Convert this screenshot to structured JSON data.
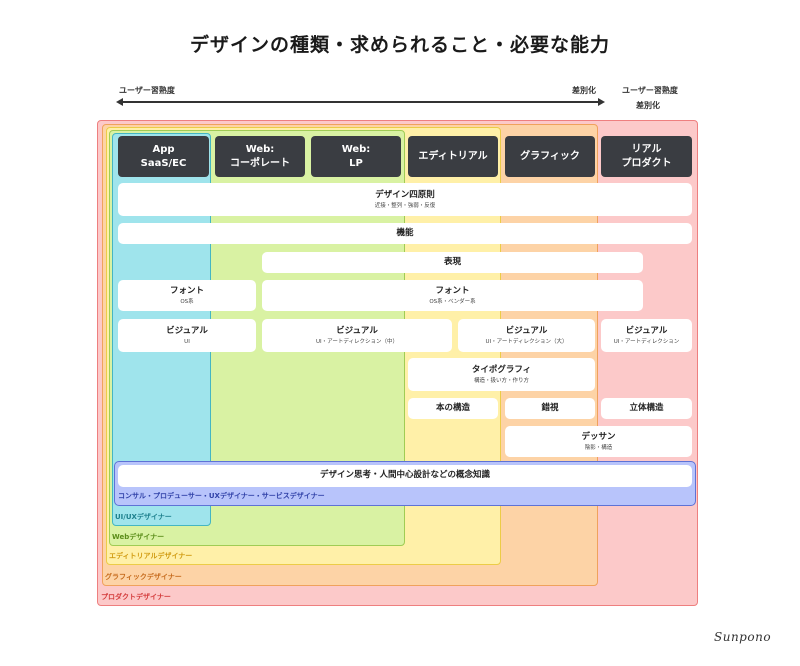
{
  "title": "デザインの種類・求められること・必要な能力",
  "axis": {
    "left_label": "ユーザー習熟度",
    "right_label": "差別化",
    "right_col_label_1": "ユーザー習熟度",
    "right_col_label_2": "差別化"
  },
  "regions": {
    "product": "プロダクトデザイナー",
    "graphic": "グラフィックデザイナー",
    "editorial": "エディトリアルデザイナー",
    "web": "Webデザイナー",
    "uiux": "UI/UXデザイナー",
    "consult": "コンサル・プロデューサー・UXデザイナー・サービスデザイナー"
  },
  "columns": [
    {
      "line1": "App",
      "line2": "SaaS/EC"
    },
    {
      "line1": "Web:",
      "line2": "コーポレート"
    },
    {
      "line1": "Web:",
      "line2": "LP"
    },
    {
      "line1": "エディトリアル",
      "line2": ""
    },
    {
      "line1": "グラフィック",
      "line2": ""
    },
    {
      "line1": "リアル",
      "line2": "プロダクト"
    }
  ],
  "cards": {
    "principles": {
      "title": "デザイン四原則",
      "sub": "近接・整列・強弱・反復"
    },
    "function": {
      "title": "機能"
    },
    "expression": {
      "title": "表現"
    },
    "font_os": {
      "title": "フォント",
      "sub": "OS系"
    },
    "font_vendor": {
      "title": "フォント",
      "sub": "OS系・ベンダー系"
    },
    "visual_ui": {
      "title": "ビジュアル",
      "sub": "UI"
    },
    "visual_mid": {
      "title": "ビジュアル",
      "sub": "UI・アートディレクション（中）"
    },
    "visual_large": {
      "title": "ビジュアル",
      "sub": "UI・アートディレクション（大）"
    },
    "visual_art": {
      "title": "ビジュアル",
      "sub": "UI・アートディレクション"
    },
    "typography": {
      "title": "タイポグラフィ",
      "sub": "構造・扱い方・作り方"
    },
    "book_structure": {
      "title": "本の構造"
    },
    "perspective": {
      "title": "錯視"
    },
    "solid_structure": {
      "title": "立体構造"
    },
    "dessin": {
      "title": "デッサン",
      "sub": "陰影・構造"
    },
    "design_thinking": {
      "title": "デザイン思考・人間中心設計などの概念知識"
    }
  },
  "credit": "Sunpono"
}
